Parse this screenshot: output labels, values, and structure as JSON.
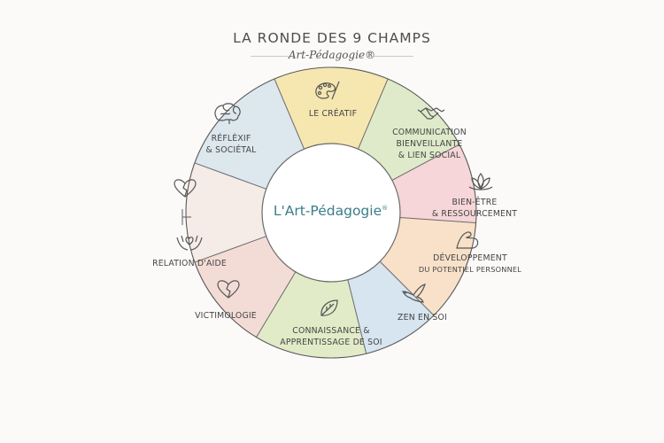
{
  "header": {
    "title": "LA RONDE DES 9 CHAMPS",
    "subtitle": "Art-Pédagogie®"
  },
  "center": {
    "text": "L'Art-Pédagogie",
    "mark": "®"
  },
  "segments": [
    {
      "lines": [
        "LE CRÉATIF"
      ],
      "icon": "palette-icon",
      "color": "#f5e2a3"
    },
    {
      "lines": [
        "COMMUNICATION",
        "BIENVEILLANTE",
        "& LIEN SOCIAL"
      ],
      "icon": "handshake-icon",
      "color": "#d9e6c2"
    },
    {
      "lines": [
        "BIEN-ÊTRE",
        "& RESSOURCEMENT"
      ],
      "icon": "lotus-icon",
      "color": "#f4cfd2"
    },
    {
      "lines": [
        "DÉVELOPPEMENT",
        "DU POTENTIEL PERSONNEL"
      ],
      "icon": "flexed-arm-icon",
      "color": "#f7dcc0"
    },
    {
      "lines": [
        "ZEN EN SOI"
      ],
      "icon": "dove-icon",
      "color": "#cfe0ee"
    },
    {
      "lines": [
        "CONNAISSANCE &",
        "APPRENTISSAGE DE SOI"
      ],
      "icon": "leaf-icon",
      "color": "#dde8c0"
    },
    {
      "lines": [
        "VICTIMOLOGIE"
      ],
      "icon": "broken-heart-icon",
      "color": "#f2d6d0"
    },
    {
      "lines": [
        "RELATION D'AIDE"
      ],
      "icon": "caring-hands-icon",
      "color": "#f3e8e4"
    },
    {
      "lines": [
        "RÉFLÈXIF",
        "& SOCIÉTAL"
      ],
      "icon": "brain-icon",
      "color": "#d6e3ec"
    }
  ]
}
